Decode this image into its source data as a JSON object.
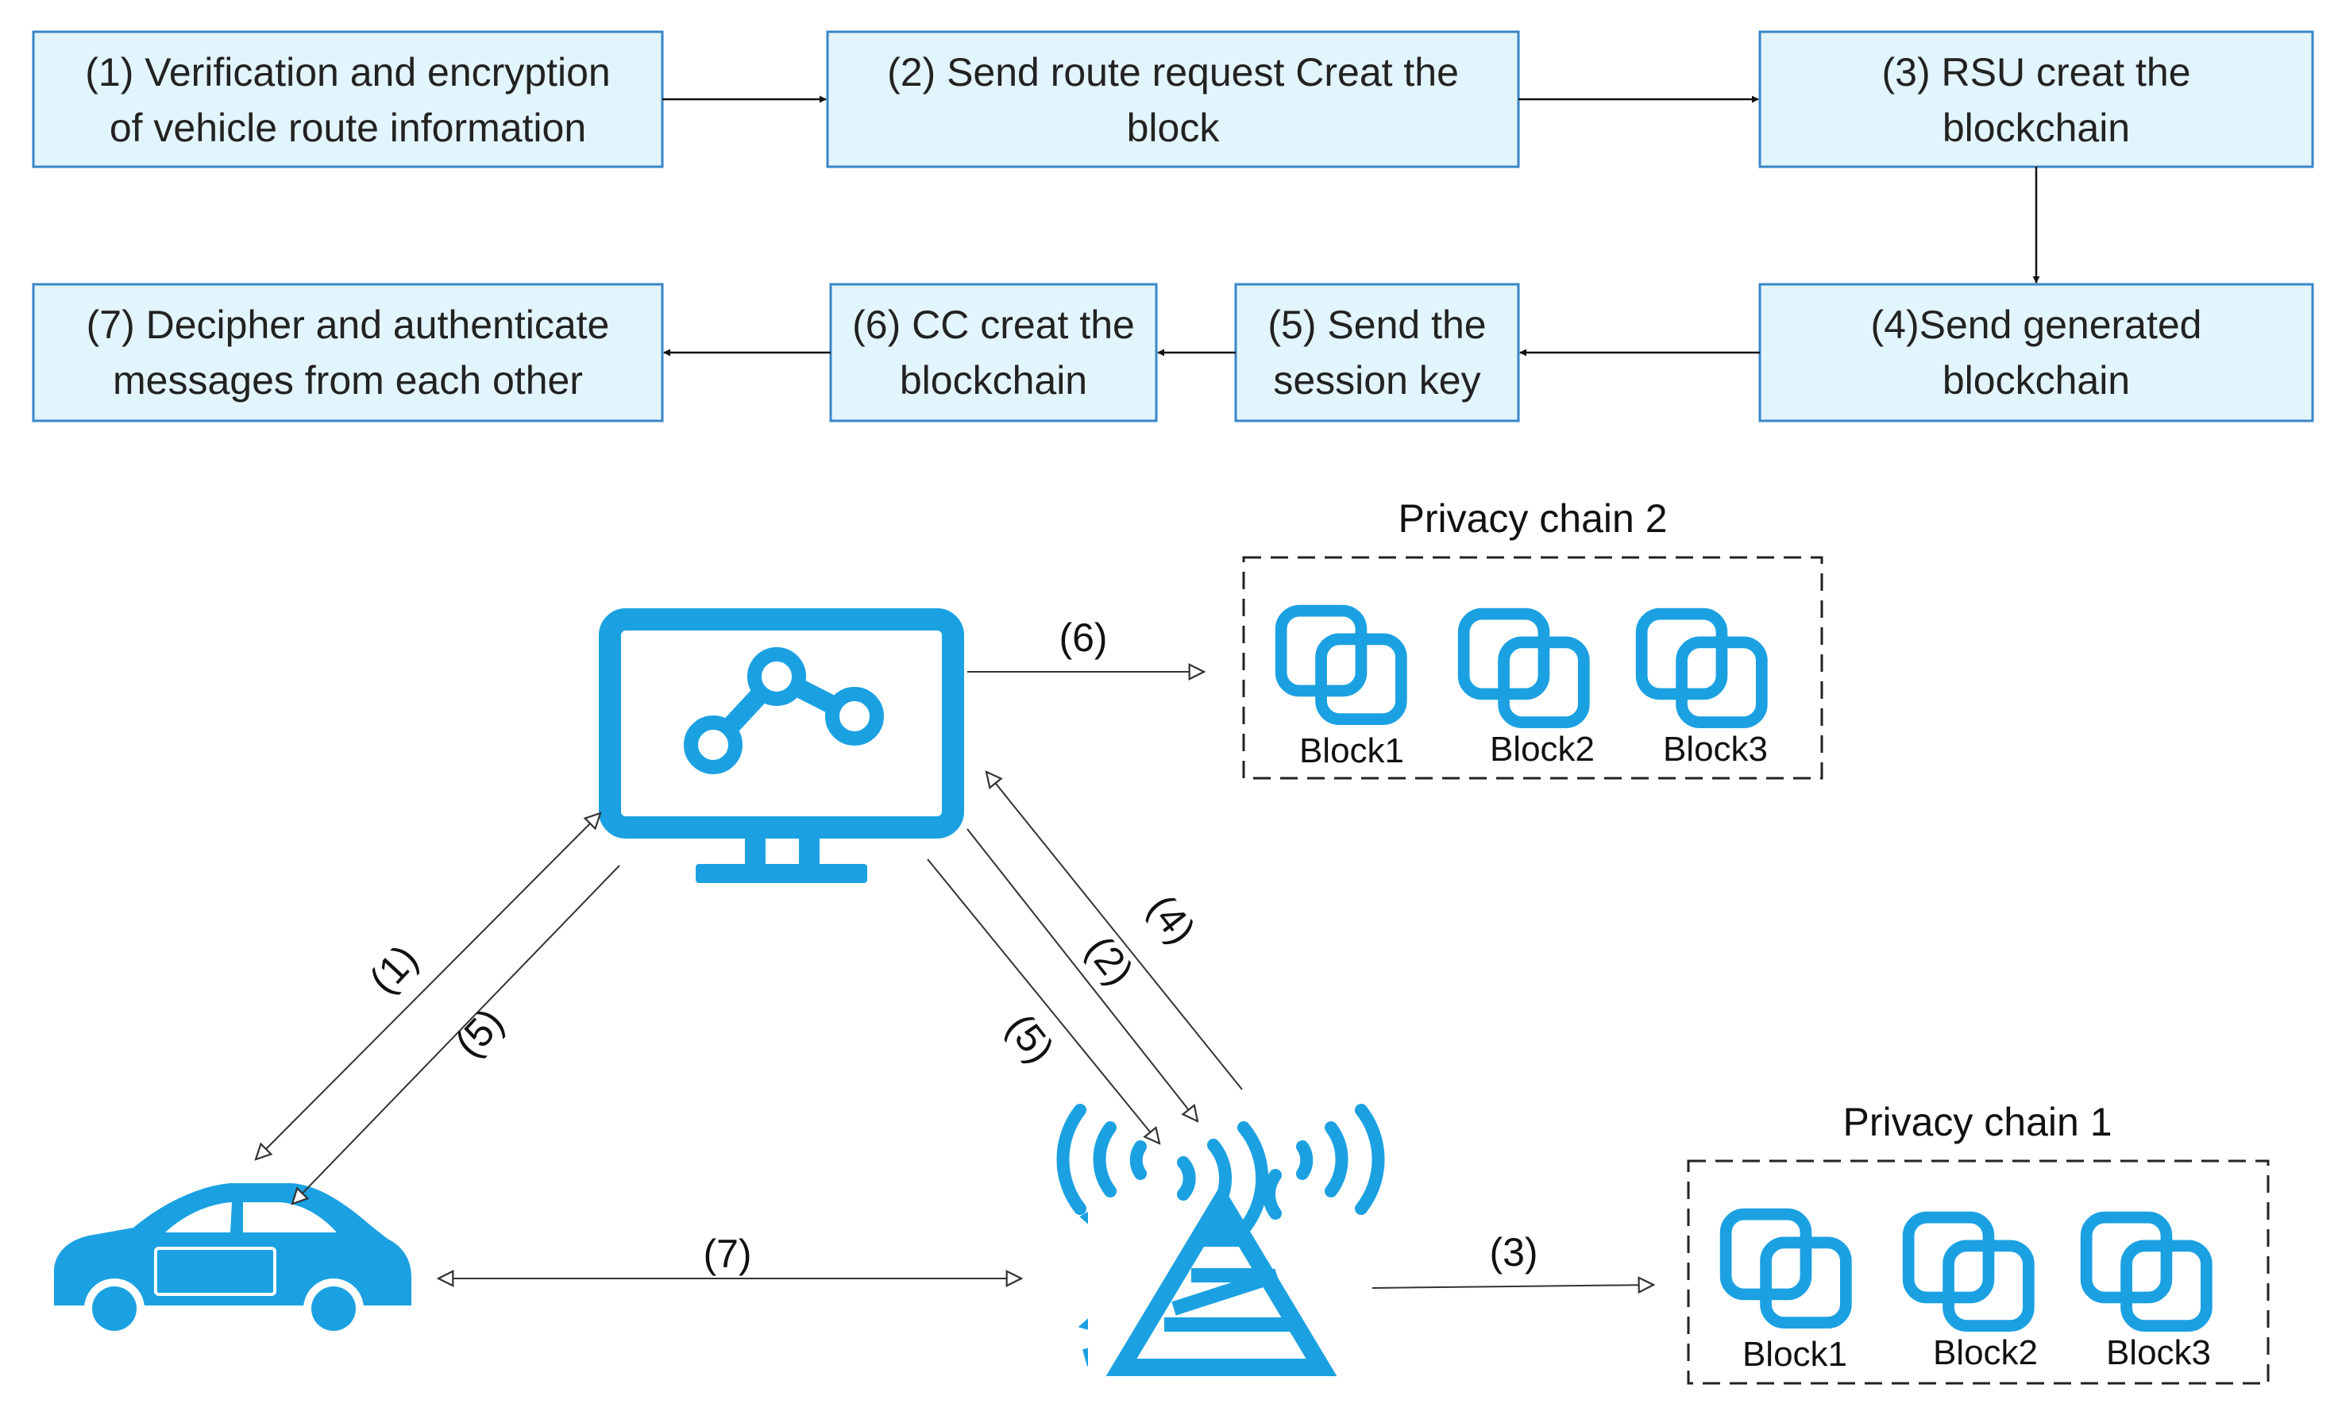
{
  "flow_steps": [
    {
      "id": "s1",
      "lines": [
        "(1) Verification and encryption",
        "of vehicle route information"
      ]
    },
    {
      "id": "s2",
      "lines": [
        "(2) Send route request Creat the",
        "block"
      ]
    },
    {
      "id": "s3",
      "lines": [
        "(3) RSU creat the",
        "blockchain"
      ]
    },
    {
      "id": "s4",
      "lines": [
        "(4)Send generated",
        "blockchain"
      ]
    },
    {
      "id": "s5",
      "lines": [
        "(5) Send the",
        "session key"
      ]
    },
    {
      "id": "s6",
      "lines": [
        "(6) CC creat the",
        "blockchain"
      ]
    },
    {
      "id": "s7",
      "lines": [
        "(7) Decipher and authenticate",
        "messages from each other"
      ]
    }
  ],
  "privacy_chains": [
    {
      "title": "Privacy chain 2",
      "blocks": [
        "Block1",
        "Block2",
        "Block3"
      ]
    },
    {
      "title": "Privacy chain 1",
      "blocks": [
        "Block1",
        "Block2",
        "Block3"
      ]
    }
  ],
  "edge_labels": {
    "e1": "(1)",
    "e2": "(2)",
    "e3": "(3)",
    "e4": "(4)",
    "e5_left": "(5)",
    "e5_right": "(5)",
    "e6": "(6)",
    "e7": "(7)"
  },
  "nodes": {
    "control_center": "monitor-network-icon",
    "rsu": "cell-tower-icon",
    "vehicle": "car-icon",
    "block": "stacked-squares-icon"
  },
  "colors": {
    "box_fill": "#E2F4FC",
    "box_border": "#3A86C8",
    "icon_blue": "#1BA1E2",
    "arrow": "#333333"
  }
}
